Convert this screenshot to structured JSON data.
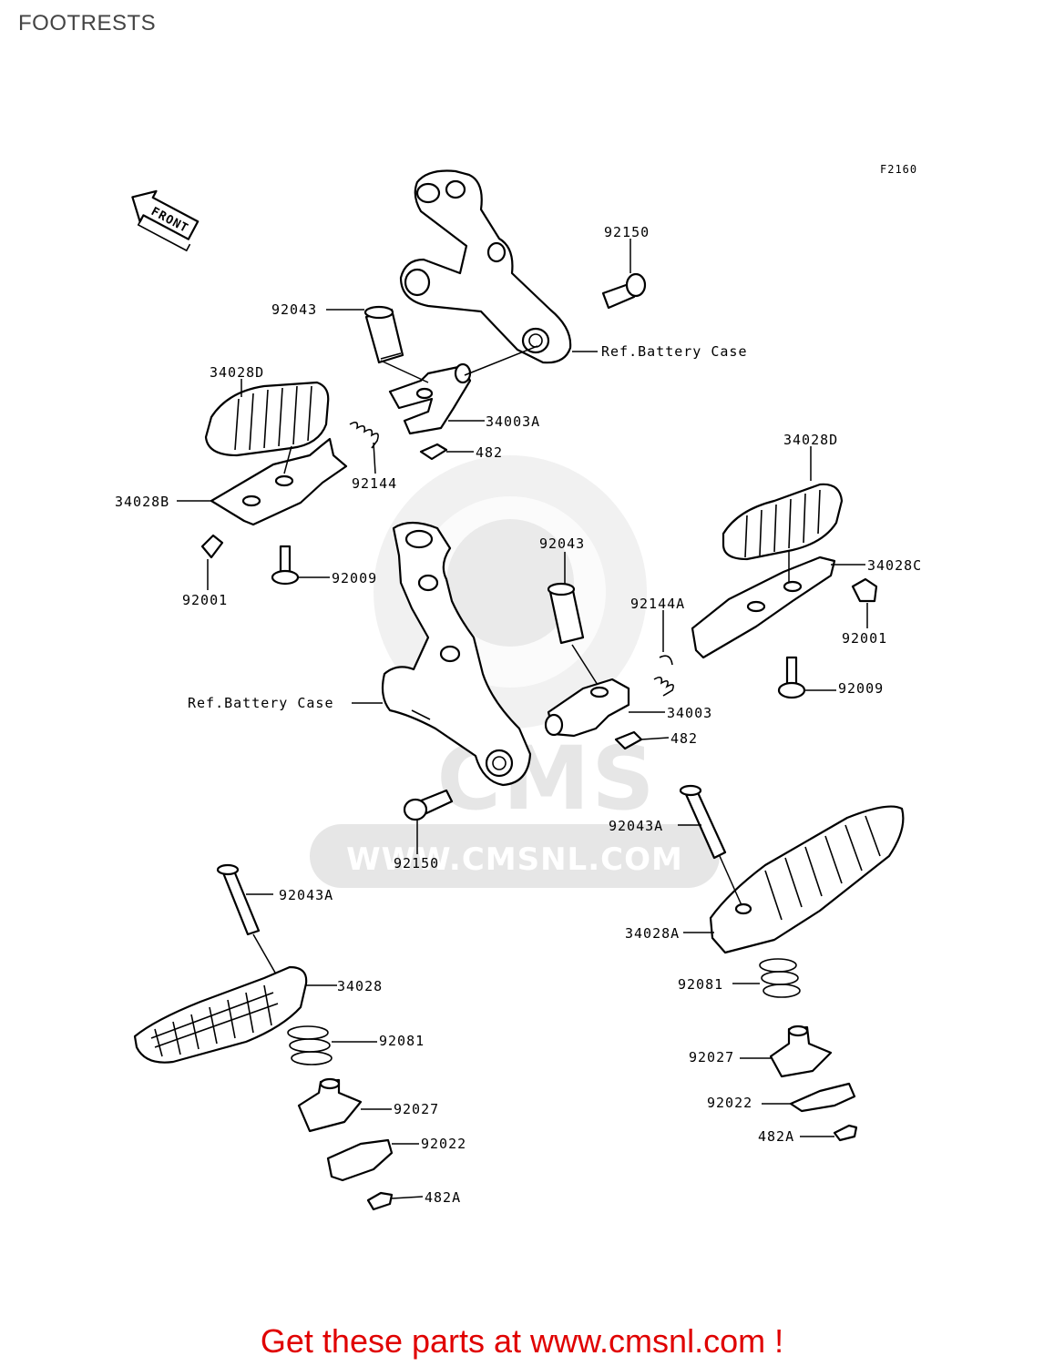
{
  "title": "FOOTRESTS",
  "figure_code": "F2160",
  "front_label": "FRONT",
  "watermark": {
    "brand": "CMS",
    "url": "WWW.CMSNL.COM"
  },
  "callouts": [
    {
      "id": "c1",
      "text": "92150"
    },
    {
      "id": "c2",
      "text": "92043"
    },
    {
      "id": "c3",
      "text": "Ref.Battery Case"
    },
    {
      "id": "c4",
      "text": "34028D"
    },
    {
      "id": "c5",
      "text": "34003A"
    },
    {
      "id": "c6",
      "text": "482"
    },
    {
      "id": "c7",
      "text": "92144"
    },
    {
      "id": "c8",
      "text": "34028B"
    },
    {
      "id": "c9",
      "text": "92009"
    },
    {
      "id": "c10",
      "text": "92001"
    },
    {
      "id": "c11",
      "text": "34028D"
    },
    {
      "id": "c12",
      "text": "34028C"
    },
    {
      "id": "c13",
      "text": "92043"
    },
    {
      "id": "c14",
      "text": "92144A"
    },
    {
      "id": "c15",
      "text": "92001"
    },
    {
      "id": "c16",
      "text": "92009"
    },
    {
      "id": "c17",
      "text": "Ref.Battery Case"
    },
    {
      "id": "c18",
      "text": "34003"
    },
    {
      "id": "c19",
      "text": "482"
    },
    {
      "id": "c20",
      "text": "92150"
    },
    {
      "id": "c21",
      "text": "92043A"
    },
    {
      "id": "c22",
      "text": "92043A"
    },
    {
      "id": "c23",
      "text": "34028A"
    },
    {
      "id": "c24",
      "text": "34028"
    },
    {
      "id": "c25",
      "text": "92081"
    },
    {
      "id": "c26",
      "text": "92081"
    },
    {
      "id": "c27",
      "text": "92027"
    },
    {
      "id": "c28",
      "text": "92027"
    },
    {
      "id": "c29",
      "text": "92022"
    },
    {
      "id": "c30",
      "text": "92022"
    },
    {
      "id": "c31",
      "text": "482A"
    },
    {
      "id": "c32",
      "text": "482A"
    }
  ],
  "footer": "Get these parts at www.cmsnl.com !",
  "colors": {
    "footer_text": "#e00000",
    "title_text": "#444444",
    "watermark": "#e6e6e6",
    "line_art": "#000000"
  }
}
